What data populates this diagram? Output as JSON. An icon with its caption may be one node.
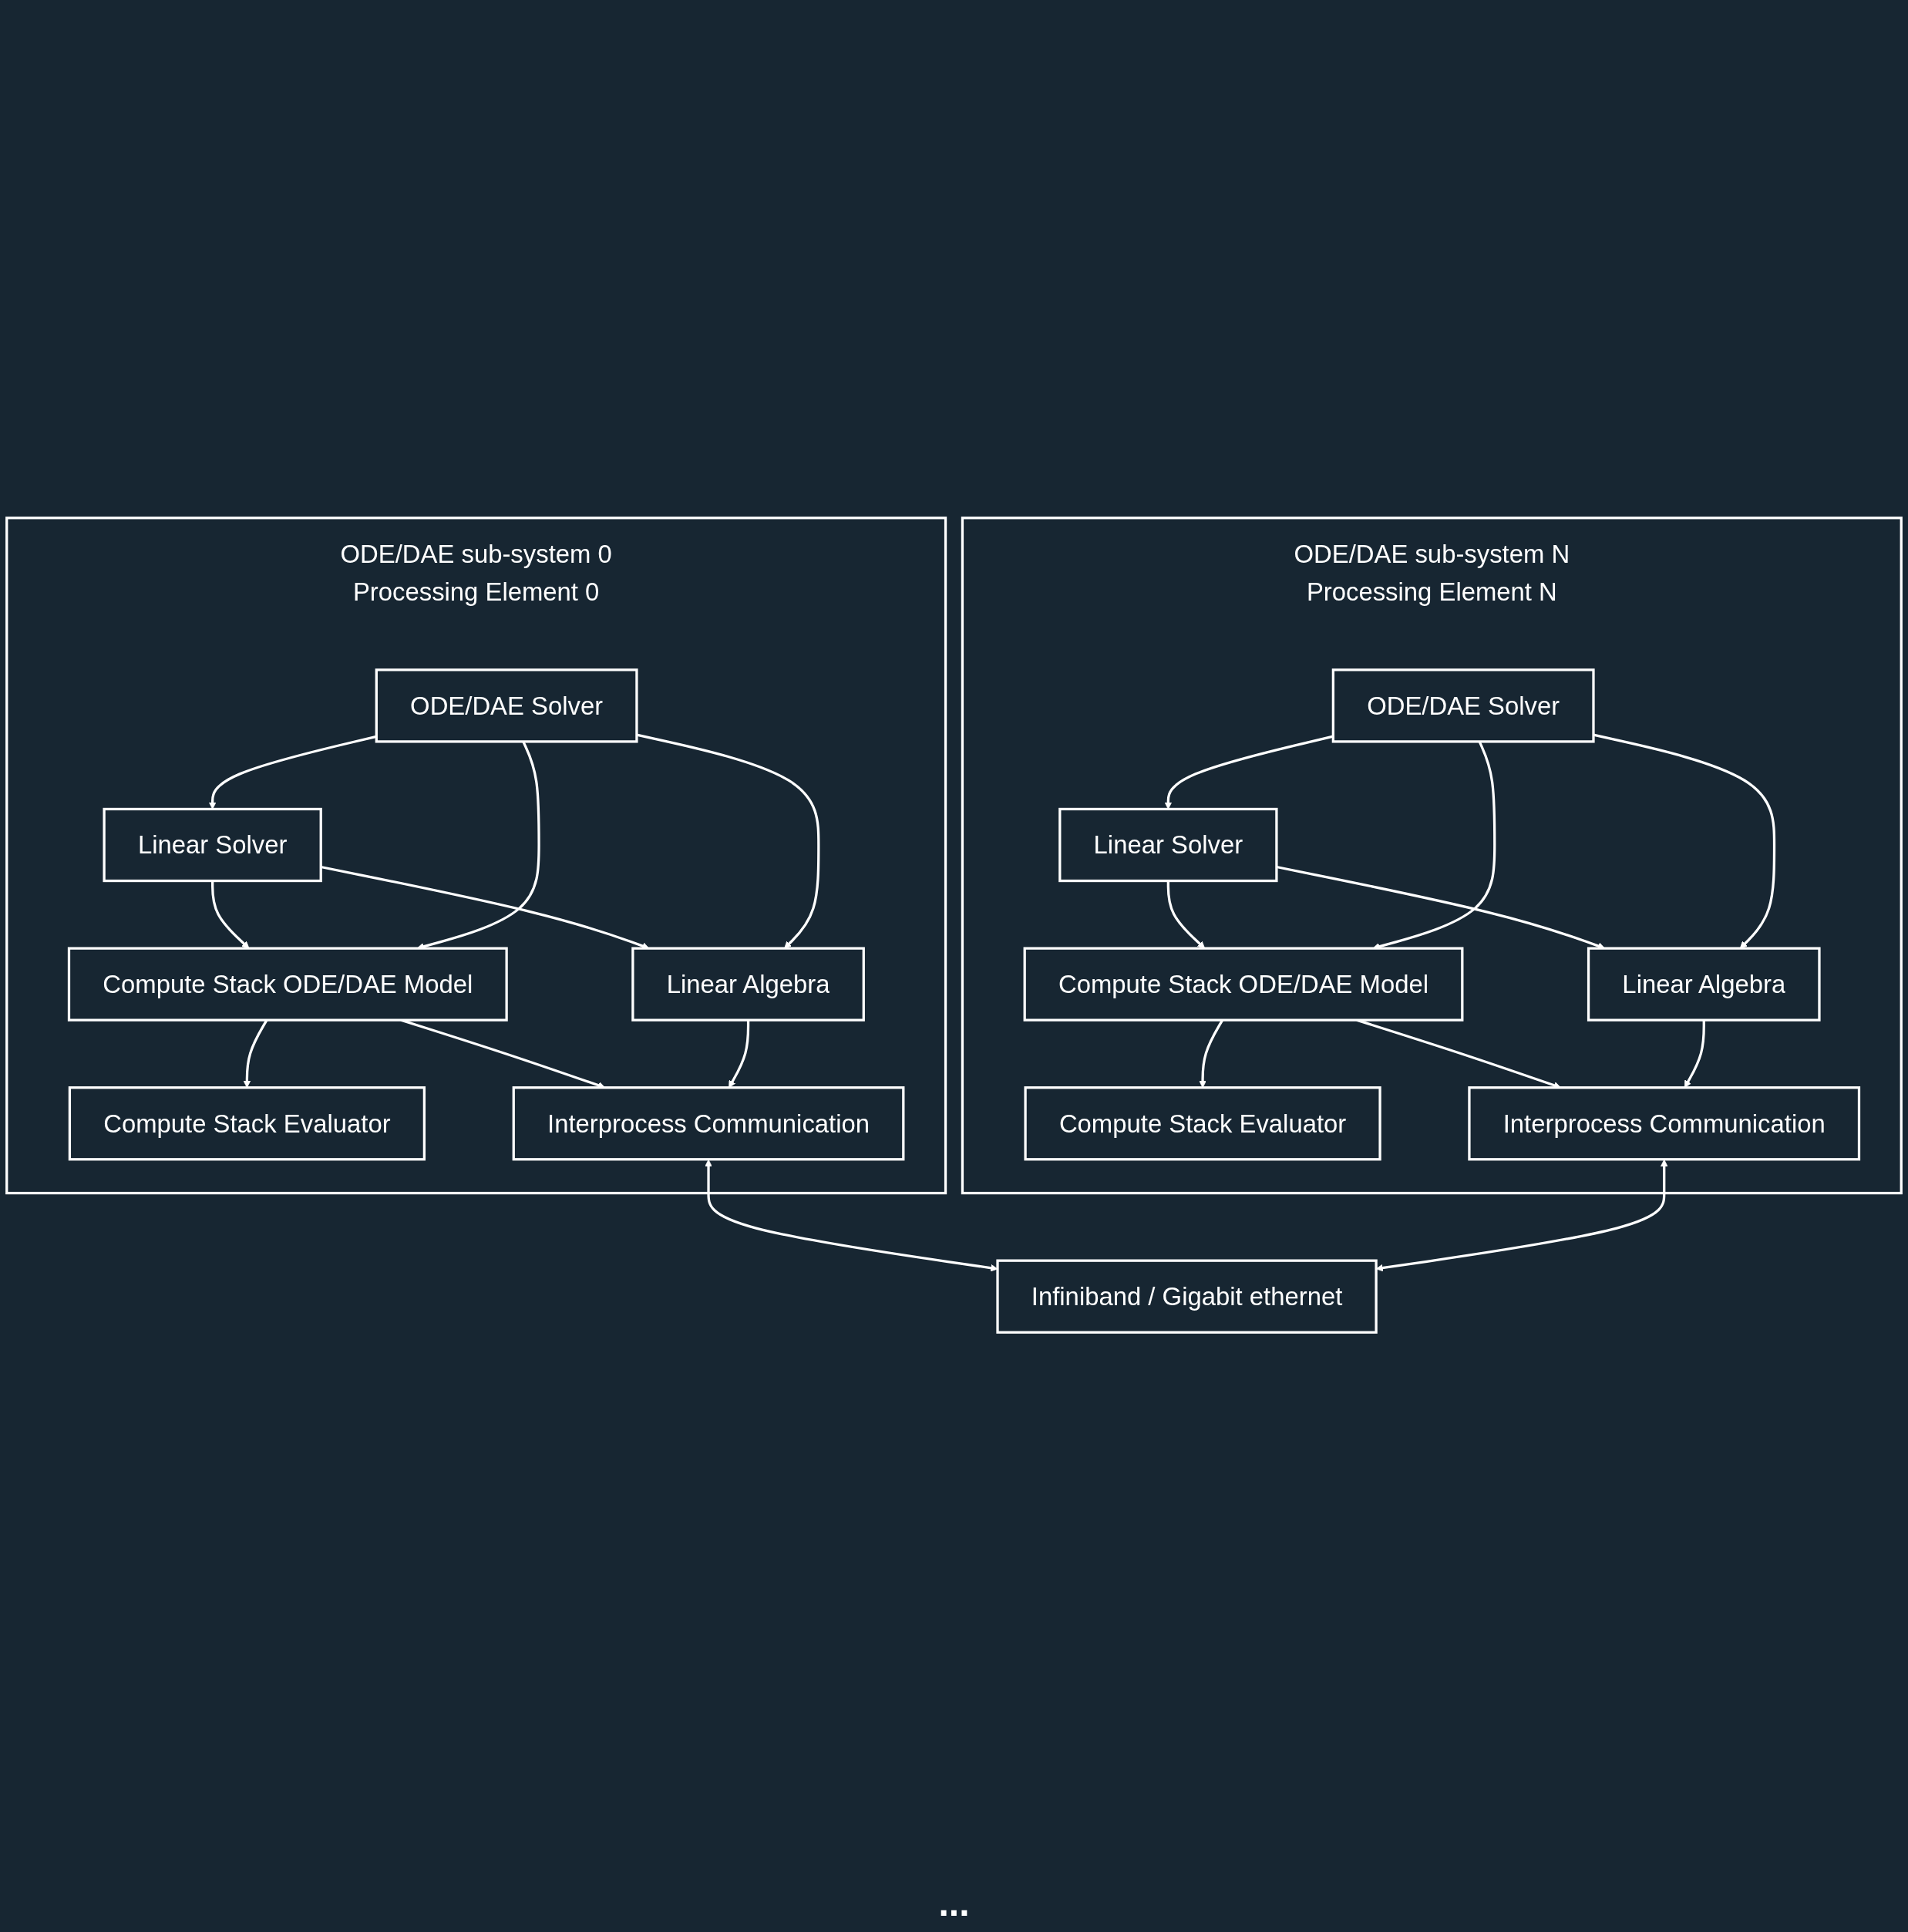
{
  "diagram": {
    "nodes": [
      {
        "text": [
          "ODE/DAE sub-system 0",
          "Processing Element 0"
        ]
      },
      {
        "text": [
          "Linear Solver"
        ],
        "in": 0
      },
      {
        "text": [
          "Compute Stack ODE/DAE Model"
        ],
        "in": 0
      },
      {
        "text": [
          "Compute Stack Evaluator"
        ],
        "in": 0
      },
      {
        "text": [
          "Linear Algebra"
        ],
        "in": 0
      },
      {
        "text": [
          "ODE/DAE Solver"
        ],
        "in": 0
      },
      {
        "text": [
          "Interprocess Communication"
        ],
        "in": 0
      },
      {
        "text": [
          "ODE/DAE sub-system N",
          "Processing Element N"
        ]
      },
      {
        "text": [
          "Linear Solver"
        ],
        "in": 7
      },
      {
        "text": [
          "Compute Stack ODE/DAE Model"
        ],
        "in": 7
      },
      {
        "text": [
          "Compute Stack Evaluator"
        ],
        "in": 7
      },
      {
        "text": [
          "Linear Algebra"
        ],
        "in": 7
      },
      {
        "text": [
          "ODE/DAE Solver"
        ],
        "in": 7
      },
      {
        "text": [
          "Interprocess Communication"
        ],
        "in": 7
      },
      {
        "text": [
          "Infiniband / Gigabit ethernet"
        ]
      }
    ],
    "edges": [
      {
        "from": 1,
        "to": 2,
        "arrow": "to"
      },
      {
        "from": 2,
        "to": 3,
        "arrow": "to"
      },
      {
        "from": 1,
        "to": 4,
        "arrow": "to"
      },
      {
        "from": 5,
        "to": 1,
        "arrow": "to"
      },
      {
        "from": 5,
        "to": 2,
        "arrow": "to"
      },
      {
        "from": 5,
        "to": 4,
        "arrow": "to"
      },
      {
        "from": 2,
        "to": 6,
        "arrow": "to"
      },
      {
        "from": 4,
        "to": 6,
        "arrow": "to"
      },
      {
        "from": 6,
        "to": 14,
        "arrow": "both"
      },
      {
        "from": 8,
        "to": 9,
        "arrow": "to"
      },
      {
        "from": 9,
        "to": 10,
        "arrow": "to"
      },
      {
        "from": 8,
        "to": 11,
        "arrow": "to"
      },
      {
        "from": 12,
        "to": 8,
        "arrow": "to"
      },
      {
        "from": 12,
        "to": 9,
        "arrow": "to"
      },
      {
        "from": 12,
        "to": 11,
        "arrow": "to"
      },
      {
        "from": 9,
        "to": 13,
        "arrow": "to"
      },
      {
        "from": 11,
        "to": 13,
        "arrow": "to"
      },
      {
        "from": 13,
        "to": 14,
        "arrow": "both"
      }
    ],
    "labels": [
      "..."
    ]
  }
}
